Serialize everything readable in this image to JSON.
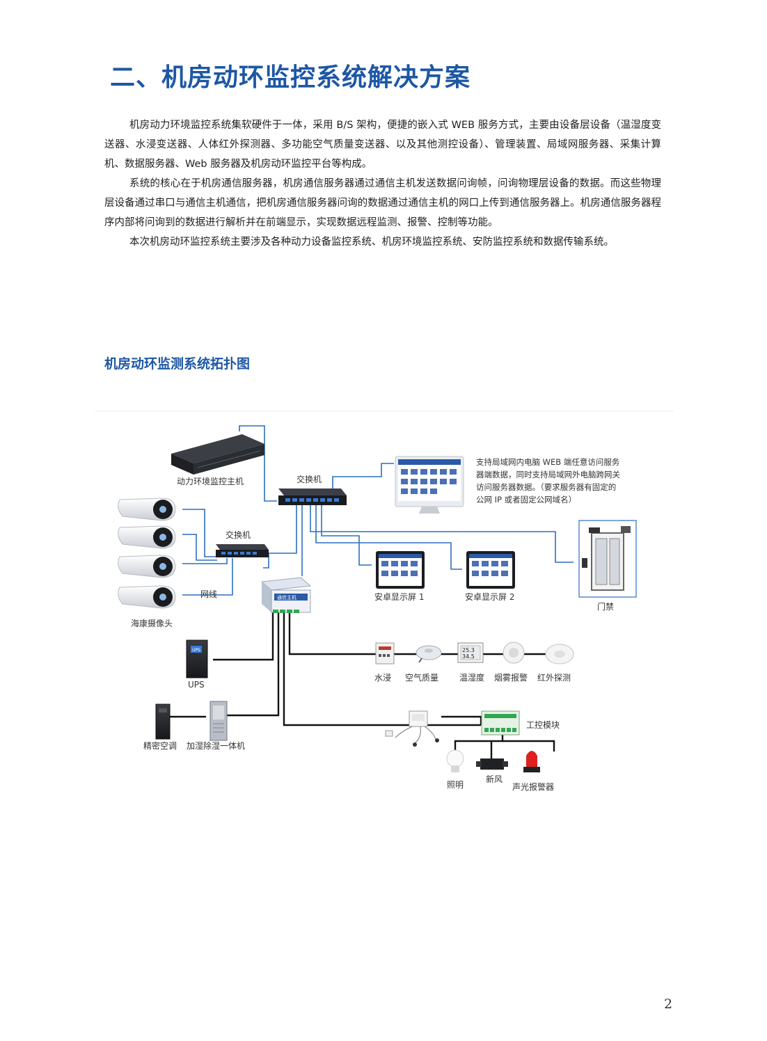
{
  "heading": "二、机房动环监控系统解决方案",
  "paragraphs": [
    "机房动力环境监控系统集软硬件于一体，采用 B/S 架构，便捷的嵌入式 WEB 服务方式，主要由设备层设备（温湿度变送器、水浸变送器、人体红外探测器、多功能空气质量变送器、以及其他测控设备）、管理装置、局域网服务器、采集计算机、数据服务器、Web 服务器及机房动环监控平台等构成。",
    "系统的核心在于机房通信服务器，机房通信服务器通过通信主机发送数据问询帧，问询物理层设备的数据。而这些物理层设备通过串口与通信主机通信，把机房通信服务器问询的数据通过通信主机的网口上传到通信服务器上。机房通信服务器程序内部将问询到的数据进行解析并在前端显示，实现数据远程监测、报警、控制等功能。",
    "本次机房动环监控系统主要涉及各种动力设备监控系统、机房环境监控系统、安防监控系统和数据传输系统。"
  ],
  "diagram": {
    "title": "机房动环监测系统拓扑图",
    "labels": {
      "host": "动力环境监控主机",
      "switch_main": "交换机",
      "switch_cam": "交换机",
      "network_cable": "网线",
      "cameras": "海康摄像头",
      "web_note": [
        "支持局域网内电脑 WEB 端任意访问服务",
        "器端数据，同时支持局域网外电脑跨网关",
        "访问服务器数据。（要求服务器有固定的",
        "公网 IP 或者固定公网域名）"
      ],
      "screen1": "安卓显示屏 1",
      "screen2": "安卓显示屏 2",
      "door": "门禁",
      "ups": "UPS",
      "ups_screen": "UPS",
      "sensors": [
        "水浸",
        "空气质量",
        "温湿度",
        "烟雾报警",
        "红外探测"
      ],
      "th_reading_1": "25.3",
      "th_reading_2": "34.5",
      "ac1": "精密空调",
      "ac2": "加湿除湿一体机",
      "io_module": "工控模块",
      "light": "照明",
      "fresh_air": "新风",
      "alarm": "声光报警器",
      "gateway_brand": "通信主机"
    }
  },
  "page_number": "2"
}
